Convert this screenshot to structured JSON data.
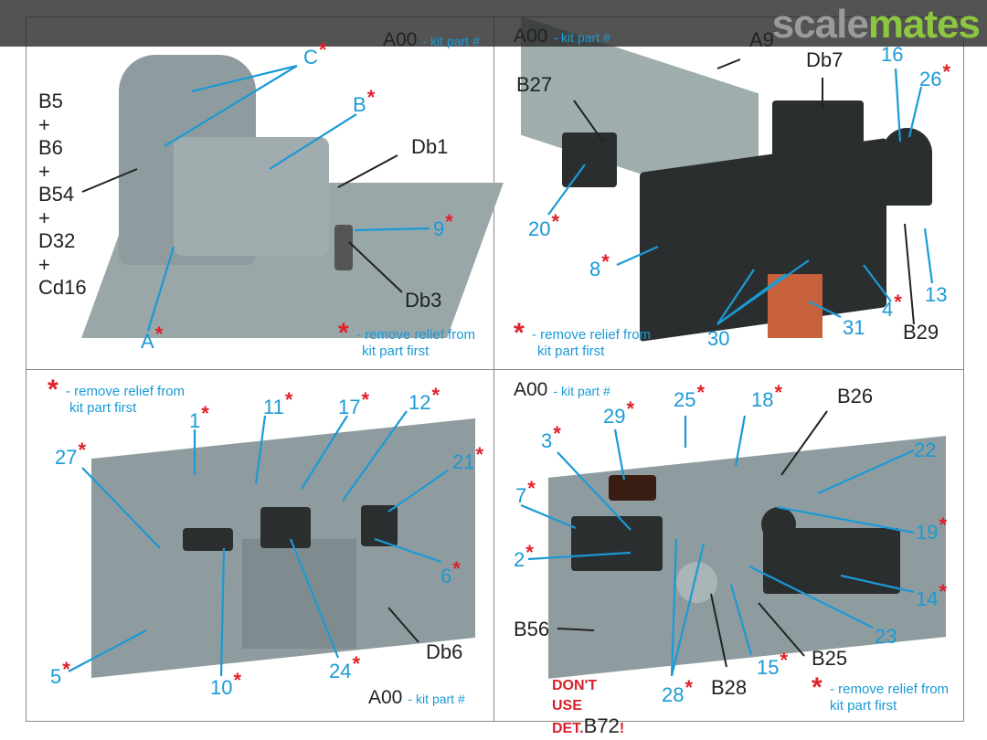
{
  "watermark": {
    "part1": "scale",
    "part2": "mates"
  },
  "kit_part_label": "A00",
  "kit_part_suffix": "- kit part #",
  "note": {
    "star": "*",
    "line1": "- remove relief from",
    "line2": "kit part first"
  },
  "panel1": {
    "stack": [
      "B5",
      "+",
      "B6",
      "+",
      "B54",
      "+",
      "D32",
      "+",
      "Cd16"
    ],
    "labels": {
      "C": "C",
      "B": "B",
      "Db1": "Db1",
      "n9": "9",
      "Db3": "Db3",
      "A": "A"
    }
  },
  "panel2": {
    "labels": {
      "B27": "B27",
      "A9": "A9",
      "Db7": "Db7",
      "n16": "16",
      "n26": "26",
      "n20": "20",
      "n8": "8",
      "n4": "4",
      "n13": "13",
      "B29": "B29",
      "n30": "30",
      "n31": "31"
    }
  },
  "panel3": {
    "labels": {
      "n1": "1",
      "n11": "11",
      "n17": "17",
      "n12": "12",
      "n27": "27",
      "n21": "21",
      "n6": "6",
      "n5": "5",
      "n10": "10",
      "n24": "24",
      "Db6": "Db6"
    }
  },
  "panel4": {
    "labels": {
      "n29": "29",
      "n25": "25",
      "n18": "18",
      "B26": "B26",
      "n3": "3",
      "n7": "7",
      "n22": "22",
      "n2": "2",
      "n19": "19",
      "n14": "14",
      "B56": "B56",
      "n23": "23",
      "B25": "B25",
      "n15": "15",
      "n28": "28",
      "B28": "B28"
    },
    "warning": {
      "line1": "DON'T USE",
      "prefix": "DET.",
      "part": "B72",
      "suffix": "!"
    }
  },
  "colors": {
    "label_blue": "#1a9ad6",
    "star_red": "#e0202a",
    "text": "#222222",
    "accent_green": "#8dc63f"
  }
}
